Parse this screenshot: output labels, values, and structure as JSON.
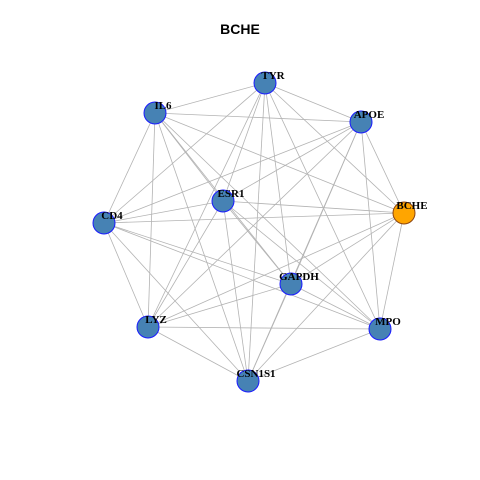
{
  "title": "BCHE",
  "colors": {
    "node_fill": "#4682b4",
    "node_stroke": "#1a1aff",
    "highlight_fill": "#ffa500",
    "highlight_stroke": "#8b4513",
    "edge": "#b3b3b3"
  },
  "nodes": [
    {
      "id": "TYR",
      "label": "TYR",
      "highlight": false
    },
    {
      "id": "IL6",
      "label": "IL6",
      "highlight": false
    },
    {
      "id": "APOE",
      "label": "APOE",
      "highlight": false
    },
    {
      "id": "ESR1",
      "label": "ESR1",
      "highlight": false
    },
    {
      "id": "BCHE",
      "label": "BCHE",
      "highlight": true
    },
    {
      "id": "CD4",
      "label": "CD4",
      "highlight": false
    },
    {
      "id": "GAPDH",
      "label": "GAPDH",
      "highlight": false
    },
    {
      "id": "LYZ",
      "label": "LYZ",
      "highlight": false
    },
    {
      "id": "MPO",
      "label": "MPO",
      "highlight": false
    },
    {
      "id": "CSN1S1",
      "label": "CSN1S1",
      "highlight": false
    }
  ],
  "edges": [
    [
      "TYR",
      "IL6"
    ],
    [
      "TYR",
      "APOE"
    ],
    [
      "TYR",
      "ESR1"
    ],
    [
      "TYR",
      "BCHE"
    ],
    [
      "TYR",
      "CD4"
    ],
    [
      "TYR",
      "GAPDH"
    ],
    [
      "TYR",
      "LYZ"
    ],
    [
      "TYR",
      "MPO"
    ],
    [
      "TYR",
      "CSN1S1"
    ],
    [
      "IL6",
      "APOE"
    ],
    [
      "IL6",
      "ESR1"
    ],
    [
      "IL6",
      "BCHE"
    ],
    [
      "IL6",
      "CD4"
    ],
    [
      "IL6",
      "GAPDH"
    ],
    [
      "IL6",
      "LYZ"
    ],
    [
      "IL6",
      "MPO"
    ],
    [
      "IL6",
      "CSN1S1"
    ],
    [
      "APOE",
      "ESR1"
    ],
    [
      "APOE",
      "BCHE"
    ],
    [
      "APOE",
      "CD4"
    ],
    [
      "APOE",
      "GAPDH"
    ],
    [
      "APOE",
      "LYZ"
    ],
    [
      "APOE",
      "MPO"
    ],
    [
      "APOE",
      "CSN1S1"
    ],
    [
      "ESR1",
      "BCHE"
    ],
    [
      "ESR1",
      "CD4"
    ],
    [
      "ESR1",
      "GAPDH"
    ],
    [
      "ESR1",
      "LYZ"
    ],
    [
      "ESR1",
      "MPO"
    ],
    [
      "ESR1",
      "CSN1S1"
    ],
    [
      "BCHE",
      "CD4"
    ],
    [
      "BCHE",
      "GAPDH"
    ],
    [
      "BCHE",
      "LYZ"
    ],
    [
      "BCHE",
      "MPO"
    ],
    [
      "BCHE",
      "CSN1S1"
    ],
    [
      "CD4",
      "GAPDH"
    ],
    [
      "CD4",
      "LYZ"
    ],
    [
      "CD4",
      "MPO"
    ],
    [
      "CD4",
      "CSN1S1"
    ],
    [
      "GAPDH",
      "LYZ"
    ],
    [
      "GAPDH",
      "MPO"
    ],
    [
      "GAPDH",
      "CSN1S1"
    ],
    [
      "LYZ",
      "MPO"
    ],
    [
      "LYZ",
      "CSN1S1"
    ],
    [
      "MPO",
      "CSN1S1"
    ]
  ]
}
